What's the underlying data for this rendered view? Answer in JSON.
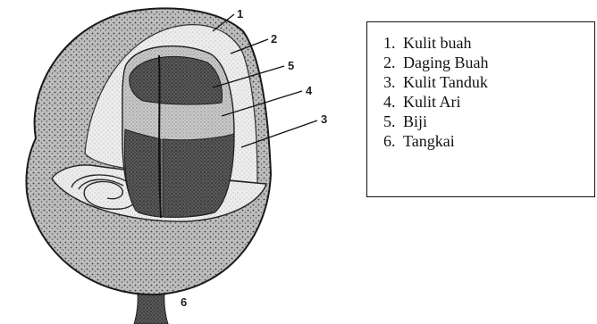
{
  "diagram": {
    "callouts": [
      "1",
      "2",
      "5",
      "4",
      "3",
      "6"
    ],
    "legend": [
      {
        "num": "1.",
        "label": "Kulit buah"
      },
      {
        "num": "2.",
        "label": "Daging Buah"
      },
      {
        "num": "3.",
        "label": "Kulit Tanduk"
      },
      {
        "num": "4.",
        "label": "Kulit Ari"
      },
      {
        "num": "5.",
        "label": "Biji"
      },
      {
        "num": "6.",
        "label": "Tangkai"
      }
    ]
  }
}
